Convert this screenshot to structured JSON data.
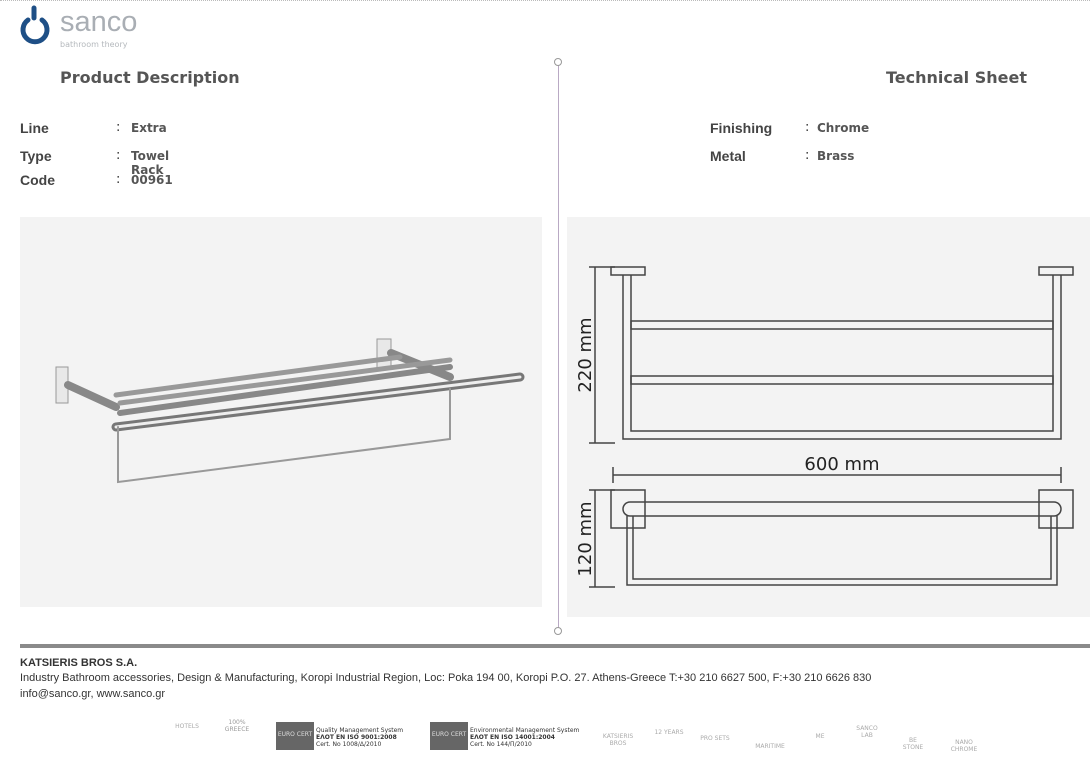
{
  "brand": {
    "name": "sanco",
    "tagline": "bathroom theory"
  },
  "left": {
    "title": "Product Description",
    "rows": [
      {
        "label": "Line",
        "value": "Extra"
      },
      {
        "label": "Type",
        "value": "Towel Rack"
      },
      {
        "label": "Code",
        "value": "00961"
      }
    ]
  },
  "right": {
    "title": "Technical Sheet",
    "rows": [
      {
        "label": "Finishing",
        "value": "Chrome"
      },
      {
        "label": "Metal",
        "value": "Brass"
      }
    ]
  },
  "separator": ":",
  "drawing": {
    "height": "220 mm",
    "width": "600 mm",
    "depth": "120 mm"
  },
  "footer": {
    "company": "KATSIERIS BROS S.A.",
    "address": "Industry Bathroom accessories, Design & Manufacturing, Koropi Industrial Region, Loc: Poka 194 00, Koropi P.O. 27. Athens-Greece   T:+30 210 6627 500, F:+30 210 6626 830",
    "contact": "info@sanco.gr, www.sanco.gr"
  },
  "certs": {
    "hotels": "HOTELS",
    "greece": "100% GREECE",
    "euro": "EURO CERT",
    "qms": {
      "title": "Quality Management System",
      "std": "ΕΛΟΤ EN ISO 9001:2008",
      "cert": "Cert. No 1008/Δ/2010"
    },
    "ems": {
      "title": "Environmental Management System",
      "std": "ΕΛΟΤ EN ISO 14001:2004",
      "cert": "Cert. No 144/Π/2010"
    },
    "badges": [
      "KATSIERIS BROS",
      "12 YEARS",
      "PRO SETS",
      "MARITIME",
      "ME",
      "SANCO LAB",
      "BE STONE",
      "NANO CHROME"
    ]
  }
}
